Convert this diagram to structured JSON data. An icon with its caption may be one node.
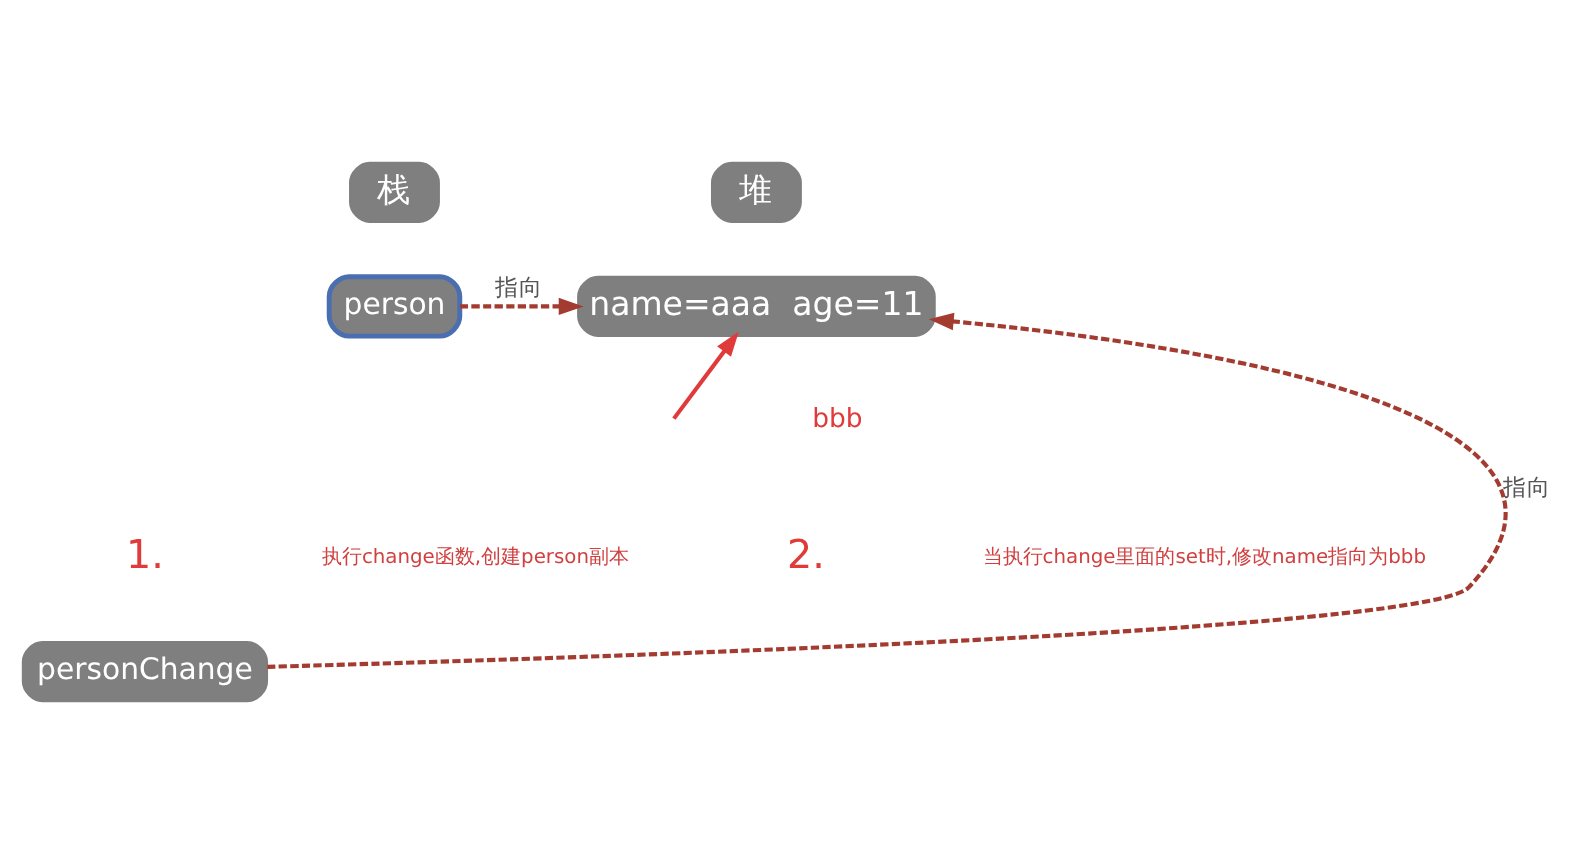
{
  "diagram": {
    "nodes": [
      {
        "text": [
          "栈"
        ]
      },
      {
        "text": [
          "堆"
        ]
      },
      {
        "text": [
          "person"
        ]
      },
      {
        "text": [
          "name=aaa  age=11"
        ],
        "beside": [
          "bbb"
        ]
      },
      {
        "text": [
          "personChange"
        ]
      }
    ],
    "edges": [
      {
        "from": 2,
        "to": 3,
        "arrow": "to",
        "label": "指向",
        "style": "dashed"
      },
      {
        "from": 4,
        "to": 3,
        "arrow": "to",
        "label": "指向",
        "style": "dashed"
      },
      {
        "from": null,
        "to": 3,
        "arrow": "to",
        "color": "#e03a3a"
      }
    ],
    "labels": [
      "1.",
      "执行change函数,创建person副本",
      "2.",
      "当执行change里面的set时,修改name指向为bbb"
    ]
  }
}
